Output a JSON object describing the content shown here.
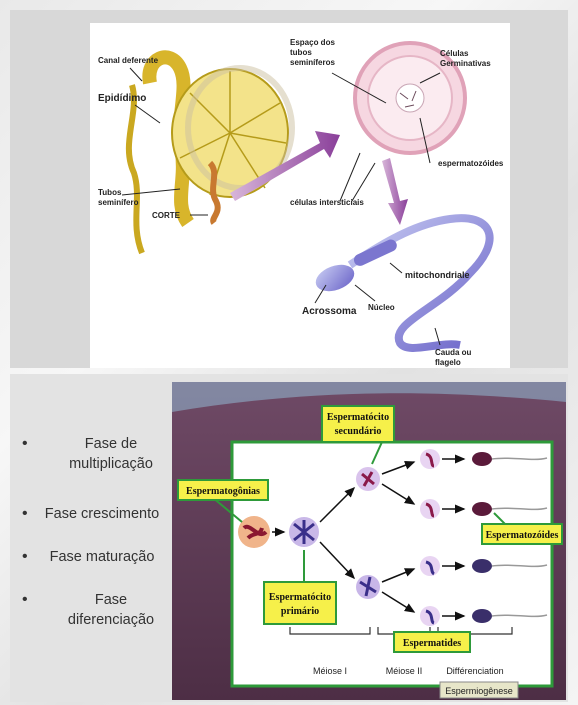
{
  "top_figure": {
    "labels": {
      "canal_deferente": "Canal deferente",
      "epididimo": "Epidídimo",
      "tubos_seminifero": [
        "Tubos",
        "seminífero"
      ],
      "corte": "CORTE",
      "espaco": [
        "Espaço dos",
        "tubos",
        "seminíferos"
      ],
      "celulas_germinativas": [
        "Células",
        "Germinativas"
      ],
      "espermatozoides": "espermatozóides",
      "celulas_intersticiais": "células intersticiais",
      "mitochondriale": "mitochondriale",
      "nucleo": "Núcleo",
      "acrossoma": "Acrossoma",
      "cauda": [
        "Cauda ou",
        "flagelo"
      ]
    }
  },
  "phases": [
    {
      "label": "Fase de multiplicação"
    },
    {
      "label": "Fase crescimento"
    },
    {
      "label": "Fase maturação"
    },
    {
      "label": "Fase diferenciação"
    }
  ],
  "bottom_diagram": {
    "labels": {
      "espermatocito_secundario": [
        "Espermatócito",
        "secundário"
      ],
      "espermatogonias": "Espermatogônias",
      "espermatozoides": "Espermatozóides",
      "espermatocito_primario": [
        "Espermatócito",
        "primário"
      ],
      "espermatides": "Espermatides",
      "meiose1": "Méiose I",
      "meiose2": "Méiose II",
      "differenciation": "Différenciation",
      "espermiogenese": "Espermiogênese"
    },
    "colors": {
      "background": "#5a3a50",
      "inner": "#ffffff",
      "border": "#2e9a3a",
      "label_fill": "#f6f04a"
    }
  }
}
